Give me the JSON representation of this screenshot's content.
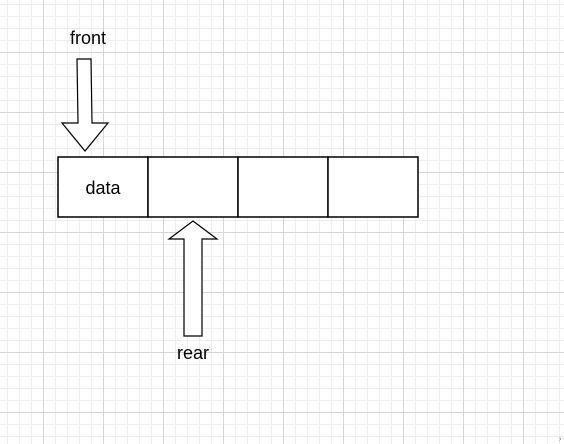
{
  "diagram": {
    "front_label": "front",
    "rear_label": "rear",
    "cells": [
      "data",
      "",
      "",
      ""
    ]
  },
  "colors": {
    "stroke": "#000000",
    "fill": "#ffffff",
    "grid_major": "#d6d6d6",
    "grid_minor": "#eeeeee"
  },
  "icons": {
    "front_pointer": "down-arrow-icon",
    "rear_pointer": "up-arrow-icon"
  },
  "corner_mark": "›"
}
